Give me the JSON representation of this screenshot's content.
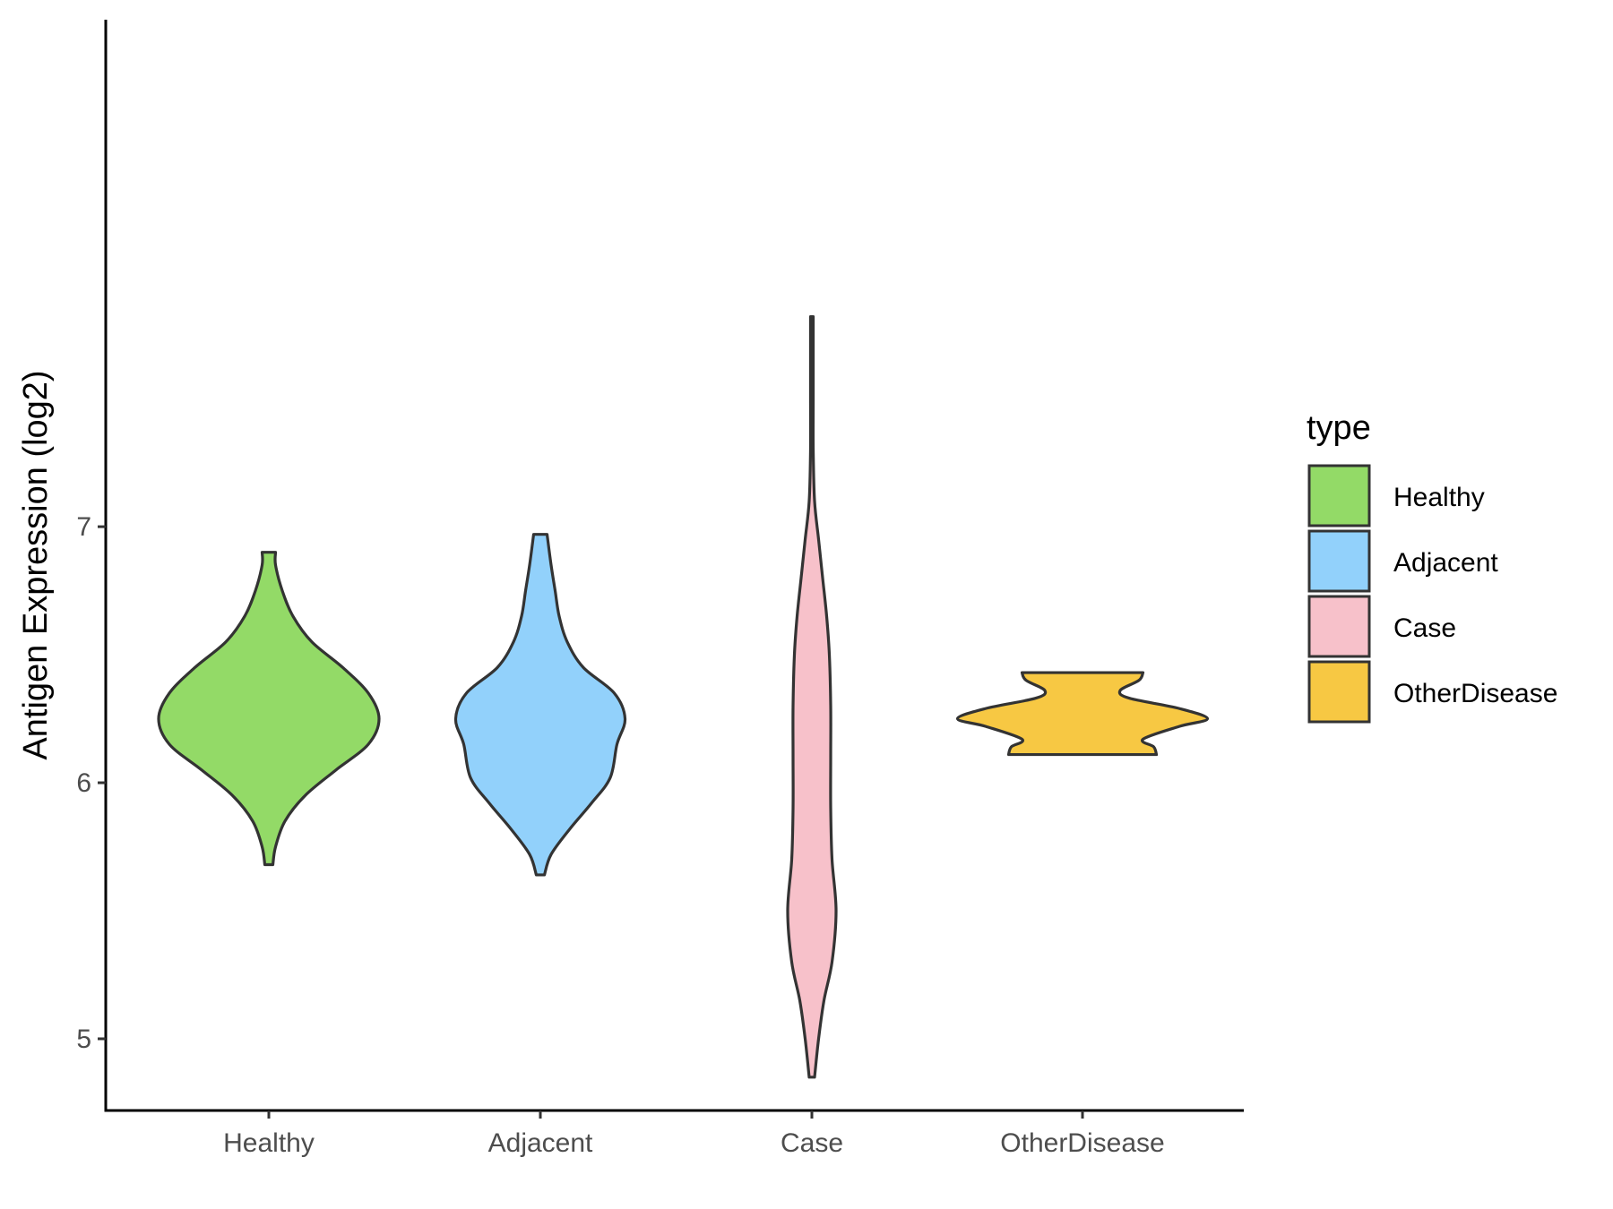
{
  "chart_data": {
    "type": "violin",
    "ylabel": "Antigen Expression (log2)",
    "xlabel": "",
    "ylim": [
      4.72,
      8.98
    ],
    "yticks": [
      5,
      6,
      7
    ],
    "categories": [
      "Healthy",
      "Adjacent",
      "Case",
      "OtherDisease"
    ],
    "legend": {
      "title": "type",
      "position": "right"
    },
    "grid": false,
    "series": [
      {
        "name": "Healthy",
        "color": "#93DA67",
        "range": [
          5.68,
          6.9
        ],
        "density": [
          [
            5.68,
            0.03
          ],
          [
            5.75,
            0.05
          ],
          [
            5.85,
            0.12
          ],
          [
            5.95,
            0.27
          ],
          [
            6.05,
            0.5
          ],
          [
            6.15,
            0.74
          ],
          [
            6.25,
            0.82
          ],
          [
            6.35,
            0.74
          ],
          [
            6.45,
            0.55
          ],
          [
            6.55,
            0.32
          ],
          [
            6.65,
            0.18
          ],
          [
            6.75,
            0.1
          ],
          [
            6.85,
            0.05
          ],
          [
            6.9,
            0.05
          ]
        ]
      },
      {
        "name": "Adjacent",
        "color": "#92D1FB",
        "range": [
          5.64,
          6.97
        ],
        "density": [
          [
            5.64,
            0.03
          ],
          [
            5.72,
            0.08
          ],
          [
            5.82,
            0.22
          ],
          [
            5.92,
            0.38
          ],
          [
            6.02,
            0.52
          ],
          [
            6.15,
            0.57
          ],
          [
            6.25,
            0.63
          ],
          [
            6.35,
            0.55
          ],
          [
            6.45,
            0.32
          ],
          [
            6.55,
            0.2
          ],
          [
            6.65,
            0.14
          ],
          [
            6.75,
            0.11
          ],
          [
            6.85,
            0.08
          ],
          [
            6.97,
            0.05
          ]
        ]
      },
      {
        "name": "Case",
        "color": "#F7C1CA",
        "range": [
          4.85,
          7.82
        ],
        "density": [
          [
            4.85,
            0.02
          ],
          [
            5.0,
            0.05
          ],
          [
            5.15,
            0.09
          ],
          [
            5.3,
            0.15
          ],
          [
            5.5,
            0.18
          ],
          [
            5.7,
            0.15
          ],
          [
            5.9,
            0.14
          ],
          [
            6.1,
            0.14
          ],
          [
            6.3,
            0.14
          ],
          [
            6.5,
            0.13
          ],
          [
            6.65,
            0.11
          ],
          [
            6.8,
            0.08
          ],
          [
            6.95,
            0.05
          ],
          [
            7.1,
            0.02
          ],
          [
            7.3,
            0.01
          ],
          [
            7.5,
            0.01
          ],
          [
            7.82,
            0.01
          ]
        ]
      },
      {
        "name": "OtherDisease",
        "color": "#F7C843",
        "range": [
          6.11,
          6.43
        ],
        "density": [
          [
            6.11,
            0.55
          ],
          [
            6.14,
            0.53
          ],
          [
            6.17,
            0.45
          ],
          [
            6.22,
            0.72
          ],
          [
            6.25,
            0.93
          ],
          [
            6.29,
            0.72
          ],
          [
            6.33,
            0.35
          ],
          [
            6.36,
            0.28
          ],
          [
            6.4,
            0.42
          ],
          [
            6.43,
            0.45
          ]
        ]
      }
    ]
  }
}
